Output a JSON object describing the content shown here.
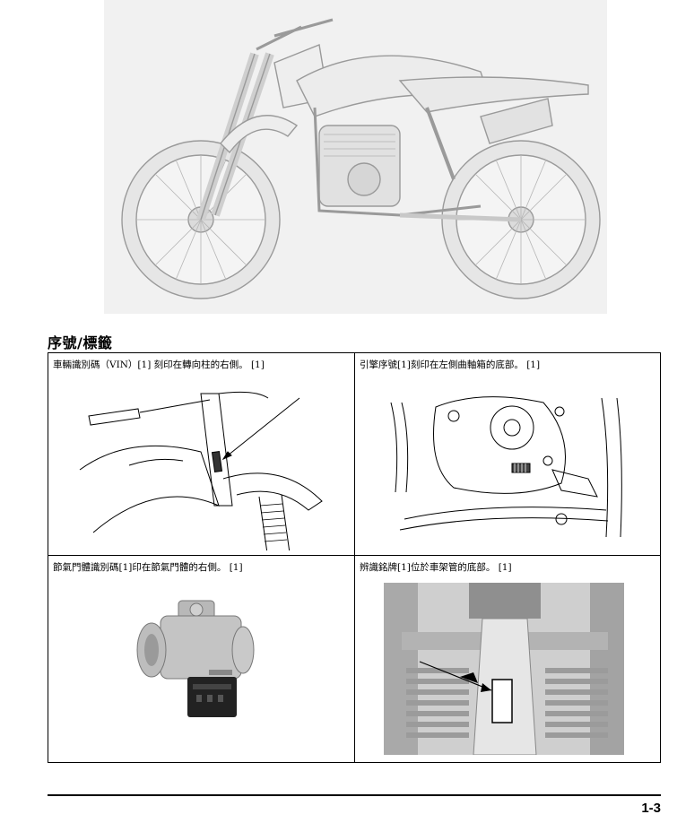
{
  "section": {
    "title": "序號/標籤"
  },
  "cells": [
    {
      "caption": "車輛識別碼（VIN）[1] 刻印在轉向柱的右側。 [1]"
    },
    {
      "caption": "引擎序號[1]刻印在左側曲軸箱的底部。 [1]"
    },
    {
      "caption": "節氣門體識別碼[1]印在節氣門體的右側。 [1]"
    },
    {
      "caption": "辨識銘牌[1]位於車架管的底部。 [1]"
    }
  ],
  "footer": {
    "page_number": "1-3"
  }
}
